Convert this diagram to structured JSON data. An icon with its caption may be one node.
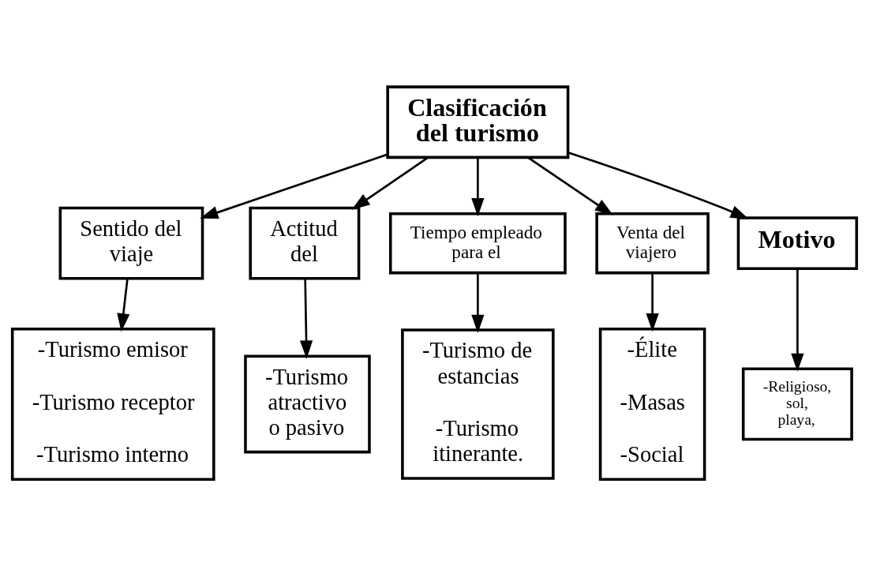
{
  "diagram": {
    "nodes": [
      {
        "text": [
          "Clasificación del turismo"
        ]
      },
      {
        "text": [
          "Sentido del viaje"
        ]
      },
      {
        "text": [
          "Actitud del"
        ]
      },
      {
        "text": [
          "Tiempo empleado para el"
        ]
      },
      {
        "text": [
          "Venta del viajero"
        ]
      },
      {
        "text": [
          "-Turismo emisor",
          "-Turismo receptor",
          "-Turismo interno"
        ]
      },
      {
        "text": [
          "-Turismo atractivo o pasivo"
        ]
      },
      {
        "text": [
          "-Turismo de estancias",
          "-Turismo itinerante."
        ]
      },
      {
        "text": [
          "-Élite",
          "-Masas",
          "-Social"
        ]
      },
      {
        "text": [
          "Motivo"
        ]
      },
      {
        "text": [
          "-Religioso, sol, playa,"
        ]
      }
    ],
    "edges": [
      {
        "from": 0,
        "to": 1,
        "arrow": "to"
      },
      {
        "from": 0,
        "to": 2,
        "arrow": "to"
      },
      {
        "from": 0,
        "to": 9,
        "arrow": "to"
      },
      {
        "from": 0,
        "to": 3,
        "arrow": "to"
      },
      {
        "from": 0,
        "to": 4,
        "arrow": "to"
      },
      {
        "from": 1,
        "to": 5,
        "arrow": "to"
      },
      {
        "from": 2,
        "to": 6,
        "arrow": "to"
      },
      {
        "from": 3,
        "to": 7,
        "arrow": "to"
      },
      {
        "from": 4,
        "to": 8,
        "arrow": "to"
      },
      {
        "from": 9,
        "to": 10,
        "arrow": "to"
      }
    ]
  }
}
